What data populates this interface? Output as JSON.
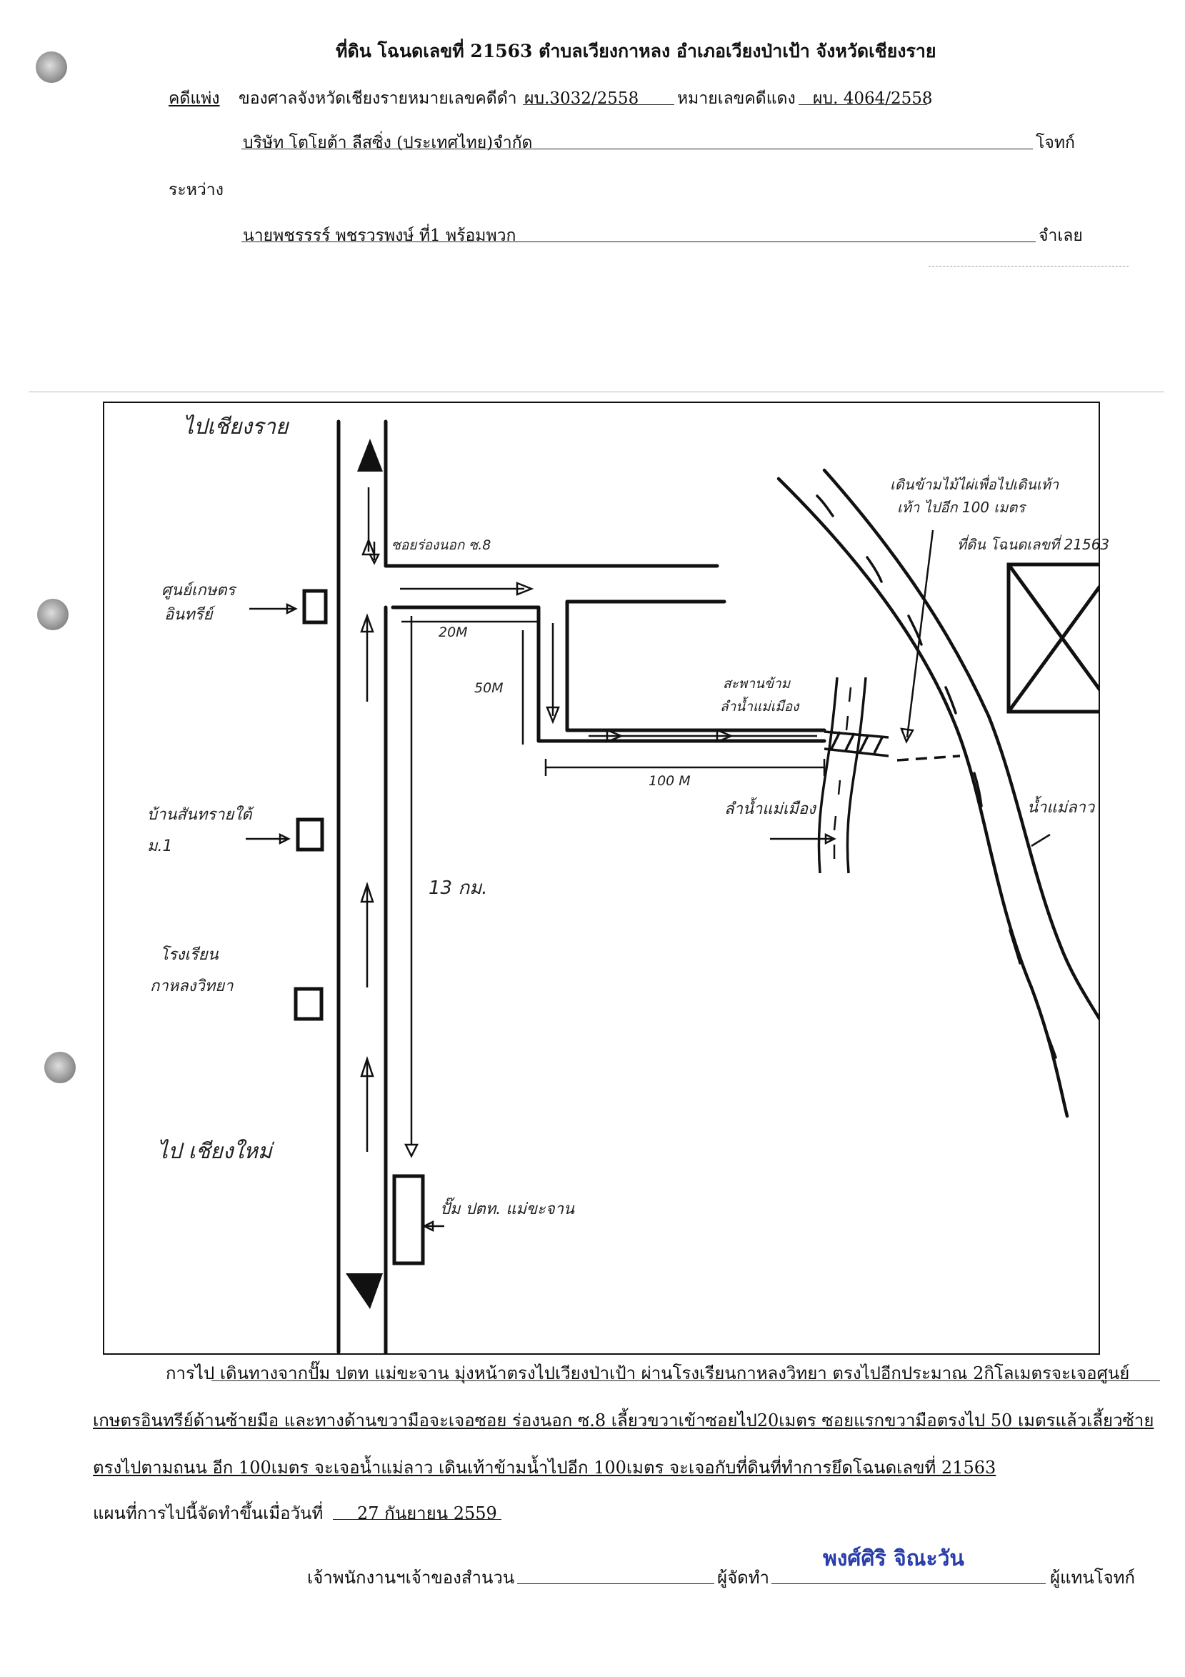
{
  "header": {
    "title": "ที่ดิน โฉนดเลขที่ 21563 ตำบลเวียงกาหลง อำเภอเวียงป่าเป้า จังหวัดเชียงราย",
    "case_type": "คดีแพ่ง",
    "court_text": "ของศาลจังหวัดเชียงรายหมายเลขคดีดำ",
    "black_case_no": "ผบ.3032/2558",
    "red_case_label": "หมายเลขคดีแดง",
    "red_case_no": "ผบ. 4064/2558",
    "plaintiff": "บริษัท โตโยต้า ลีสซิ่ง (ประเทศไทย)จำกัด",
    "plaintiff_role": "โจทก์",
    "between": "ระหว่าง",
    "defendant": "นายพชรรรร์ พชรวรพงษ์ ที่1 พร้อมพวก",
    "defendant_role": "จำเลย"
  },
  "map": {
    "to_chiang_rai": "ไปเชียงราย",
    "to_chiang_mai": "ไป เชียงใหม่",
    "soi_label": "ซอยร่องนอก ซ.8",
    "organic_center": [
      "ศูนย์เกษตร",
      "อินทรีย์"
    ],
    "ban_mai": [
      "บ้านสันทรายใต้",
      "ม.1"
    ],
    "school": [
      "โรงเรียน",
      "กาหลงวิทยา"
    ],
    "gas_station": "ปั๊ม ปตท. แม่ขะจาน",
    "dist_20": "20M",
    "dist_50": "50M",
    "dist_100": "100 M",
    "dist_13km": "13 กม.",
    "bridge_label": [
      "สะพานข้าม",
      "ลำน้ำแม่เมือง"
    ],
    "canal_label": "ลำน้ำแม่เมือง",
    "walk_note": [
      "เดินข้ามไม้ไผ่เพื่อไปเดินเท้า",
      "เท้า ไปอีก 100 เมตร"
    ],
    "plot_label": "ที่ดิน โฉนดเลขที่ 21563",
    "river_label": "น้ำแม่ลาว"
  },
  "directions": {
    "line1": "การไป เดินทางจากปั๊ม ปตท แม่ขะจาน มุ่งหน้าตรงไปเวียงป่าเป้า ผ่านโรงเรียนกาหลงวิทยา ตรงไปอีกประมาณ 2กิโลเมตรจะเจอศูนย์",
    "line2": "เกษตรอินทรีย์ด้านซ้ายมือ และทางด้านขวามือจะเจอซอย ร่องนอก ซ.8 เลี้ยวขวาเข้าซอยไป20เมตร ซอยแรกขวามือตรงไป 50 เมตรแล้วเลี้ยวซ้าย",
    "line3": "ตรงไปตามถนน อีก 100เมตร จะเจอน้ำแม่ลาว เดินเท้าข้ามน้ำไปอีก 100เมตร จะเจอกับที่ดินที่ทำการยึดโฉนดเลขที่ 21563",
    "date_label": "แผนที่การไปนี้จัดทำขึ้นเมื่อวันที่",
    "date_value": "27 กันยายน 2559"
  },
  "footer": {
    "officer_label": "เจ้าพนักงานฯเจ้าของสำนวน",
    "maker_label": "ผู้จัดทำ",
    "signature": "พงศ์ศิริ จิณะวัน",
    "agent_label": "ผู้แทนโจทก์"
  }
}
